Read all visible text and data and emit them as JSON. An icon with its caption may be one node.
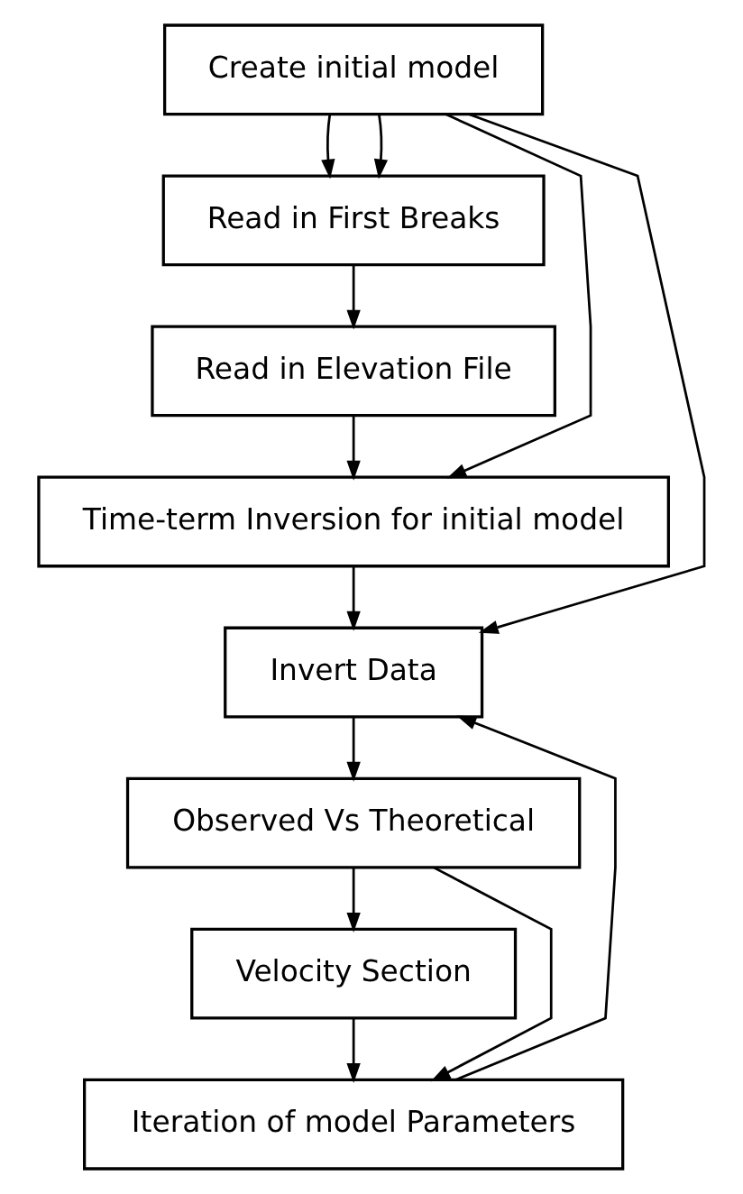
{
  "diagram": {
    "nodes": [
      {
        "text": [
          "Create initial model"
        ]
      },
      {
        "text": [
          "Read in First Breaks"
        ]
      },
      {
        "text": [
          "Read in Elevation File"
        ]
      },
      {
        "text": [
          "Time-term Inversion for initial model"
        ]
      },
      {
        "text": [
          "Invert Data"
        ]
      },
      {
        "text": [
          "Observed Vs Theoretical"
        ]
      },
      {
        "text": [
          "Velocity Section"
        ]
      },
      {
        "text": [
          "Iteration of model Parameters"
        ]
      }
    ],
    "edges": [
      {
        "from": 0,
        "to": 1,
        "arrow": "to"
      },
      {
        "from": 1,
        "to": 2,
        "arrow": "to"
      },
      {
        "from": 2,
        "to": 3,
        "arrow": "to"
      },
      {
        "from": 0,
        "to": 1,
        "arrow": "to"
      },
      {
        "from": 0,
        "to": 3,
        "arrow": "to"
      },
      {
        "from": 3,
        "to": 4,
        "arrow": "to"
      },
      {
        "from": 0,
        "to": 4,
        "arrow": "to"
      },
      {
        "from": 4,
        "to": 5,
        "arrow": "to"
      },
      {
        "from": 5,
        "to": 6,
        "arrow": "to"
      },
      {
        "from": 6,
        "to": 7,
        "arrow": "to"
      },
      {
        "from": 5,
        "to": 7,
        "arrow": "to"
      },
      {
        "from": 7,
        "to": 4,
        "arrow": "to"
      }
    ]
  }
}
